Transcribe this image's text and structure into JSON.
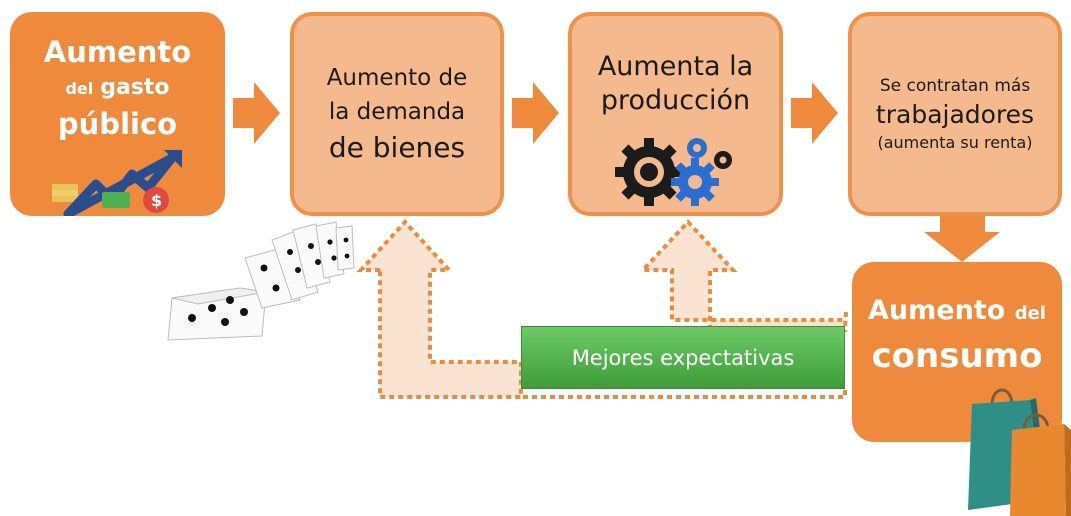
{
  "box1": {
    "line1": "Aumento",
    "line2a": "del",
    "line2b": "gasto",
    "line3": "público"
  },
  "box2": {
    "line1": "Aumento de",
    "line2": "la demanda",
    "line3": "de bienes"
  },
  "box3": {
    "line1": "Aumenta la",
    "line2": "producción"
  },
  "box4": {
    "line1": "Se contratan más",
    "line2": "trabajadores",
    "line3": "(aumenta su renta)"
  },
  "box5": {
    "line1a": "Aumento",
    "line1b": "del",
    "line2": "consumo"
  },
  "feedback": {
    "label": "Mejores expectativas"
  },
  "colors": {
    "orange": "#ef8a3c",
    "light_orange": "#f5b98e",
    "green": "#4caf50",
    "blue": "#2a6fd0"
  }
}
